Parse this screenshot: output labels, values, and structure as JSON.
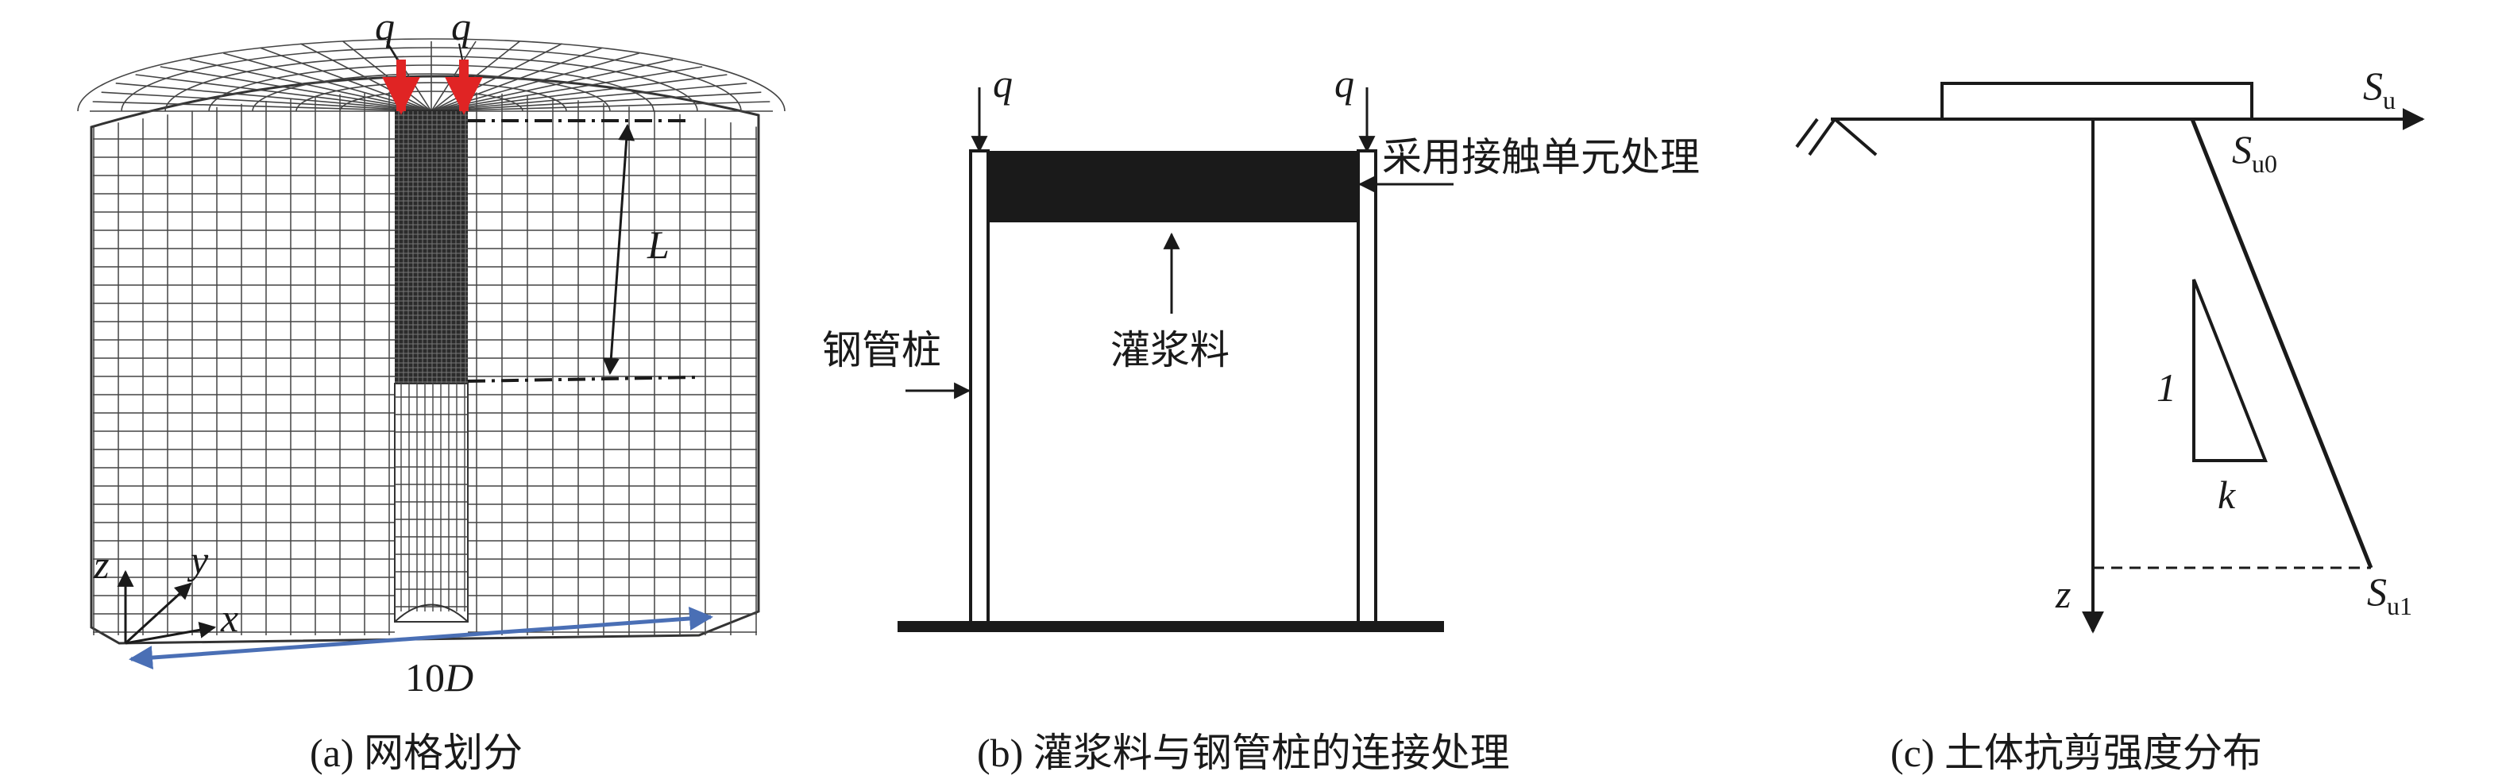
{
  "panel_a": {
    "load_left": "q",
    "load_right": "q",
    "length_label": "L",
    "axis_z": "z",
    "axis_y": "y",
    "axis_x": "x",
    "width_num": "10",
    "width_var": "D",
    "caption": "(a) 网格划分",
    "colors": {
      "arrow": "#e02424",
      "dimension": "#4a6fb5",
      "mesh": "#333333"
    }
  },
  "panel_b": {
    "load_left": "q",
    "load_right": "q",
    "contact_label": "采用接触单元处理",
    "grout_label": "灌浆料",
    "pile_label": "钢管桩",
    "caption": "(b) 灌浆料与钢管桩的连接处理"
  },
  "panel_c": {
    "su_main": "S",
    "su_sub": "u",
    "su0_main": "S",
    "su0_sub": "u0",
    "su1_main": "S",
    "su1_sub": "u1",
    "slope_vertical": "1",
    "slope_horizontal": "k",
    "axis_z": "z",
    "caption": "(c) 土体抗剪强度分布"
  }
}
